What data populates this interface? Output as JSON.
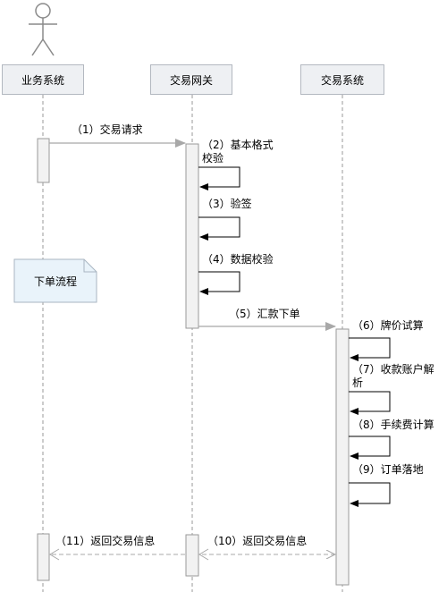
{
  "participants": {
    "business": "业务系统",
    "gateway": "交易网关",
    "trading": "交易系统"
  },
  "note": "下单流程",
  "messages": {
    "m1": "（1）交易请求",
    "m2": "（2）基本格式校验",
    "m3": "（3）验签",
    "m4": "（4）数据校验",
    "m5": "（5）汇款下单",
    "m6": "（6）牌价试算",
    "m7": "（7）收款账户解析",
    "m8": "（8）手续费计算",
    "m9": "（9）订单落地",
    "m10": "（10）返回交易信息",
    "m11": "（11）返回交易信息"
  }
}
